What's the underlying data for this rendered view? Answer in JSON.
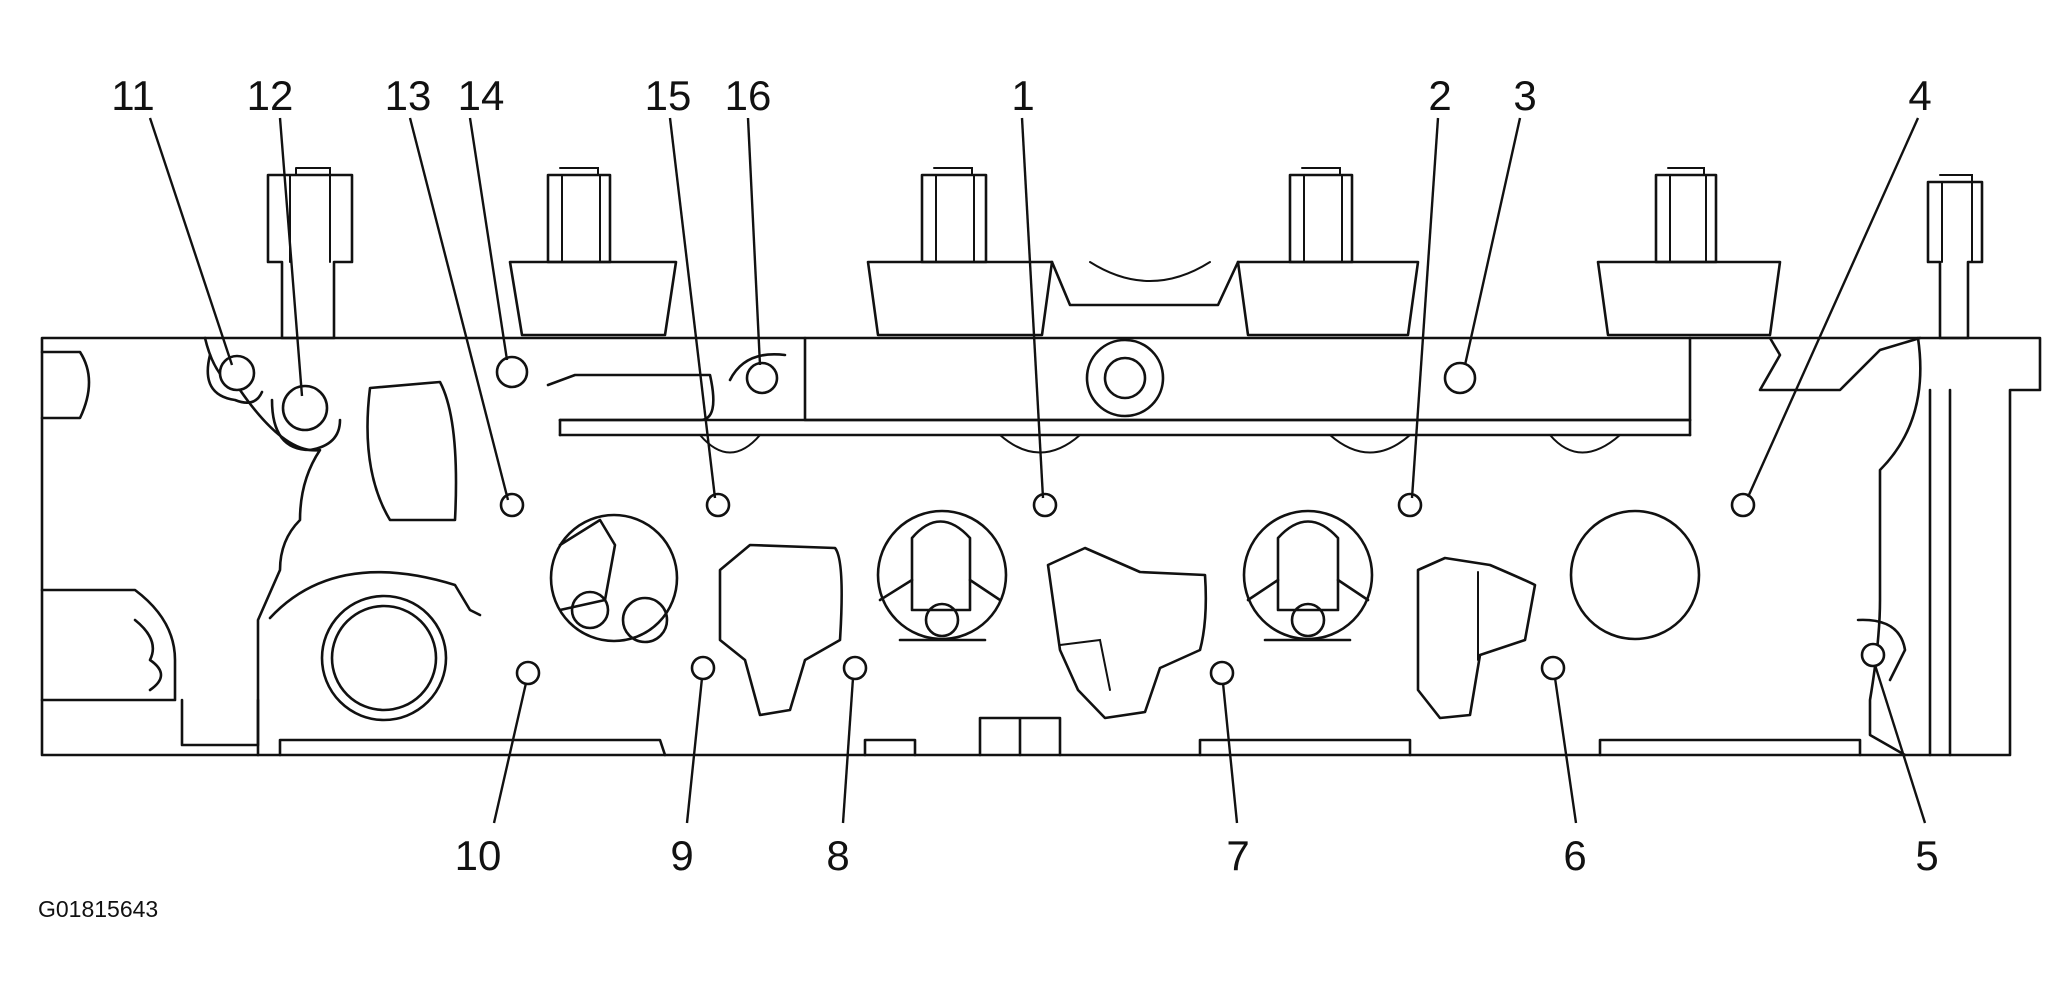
{
  "figure_code": "G01815643",
  "callouts": [
    "1",
    "2",
    "3",
    "4",
    "5",
    "6",
    "7",
    "8",
    "9",
    "10",
    "11",
    "12",
    "13",
    "14",
    "15",
    "16"
  ]
}
